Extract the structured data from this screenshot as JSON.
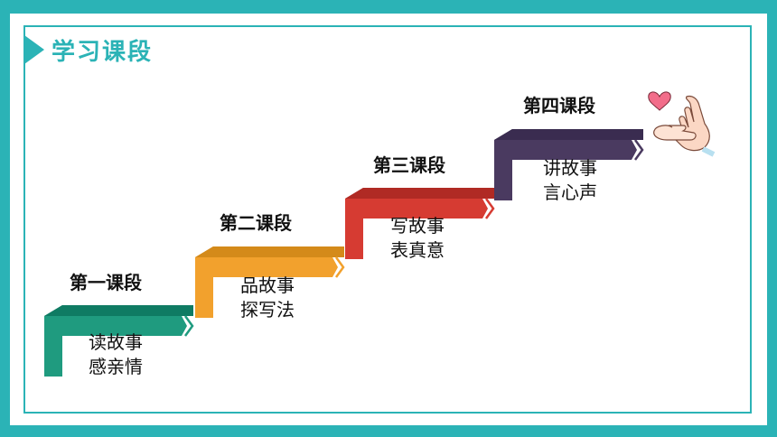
{
  "title": "学习课段",
  "colors": {
    "frame": "#2bb3b6",
    "step1": "#1e9e7e",
    "step2": "#f2a12d",
    "step3": "#d63b32",
    "step4": "#4a3a60"
  },
  "steps": [
    {
      "title": "第一课段",
      "lines": [
        "读故事",
        "感亲情"
      ]
    },
    {
      "title": "第二课段",
      "lines": [
        "品故事",
        "探写法"
      ]
    },
    {
      "title": "第三课段",
      "lines": [
        "写故事",
        "表真意"
      ]
    },
    {
      "title": "第四课段",
      "lines": [
        "讲故事",
        "言心声"
      ]
    }
  ],
  "decoration": {
    "icon": "heart-hands-icon"
  }
}
